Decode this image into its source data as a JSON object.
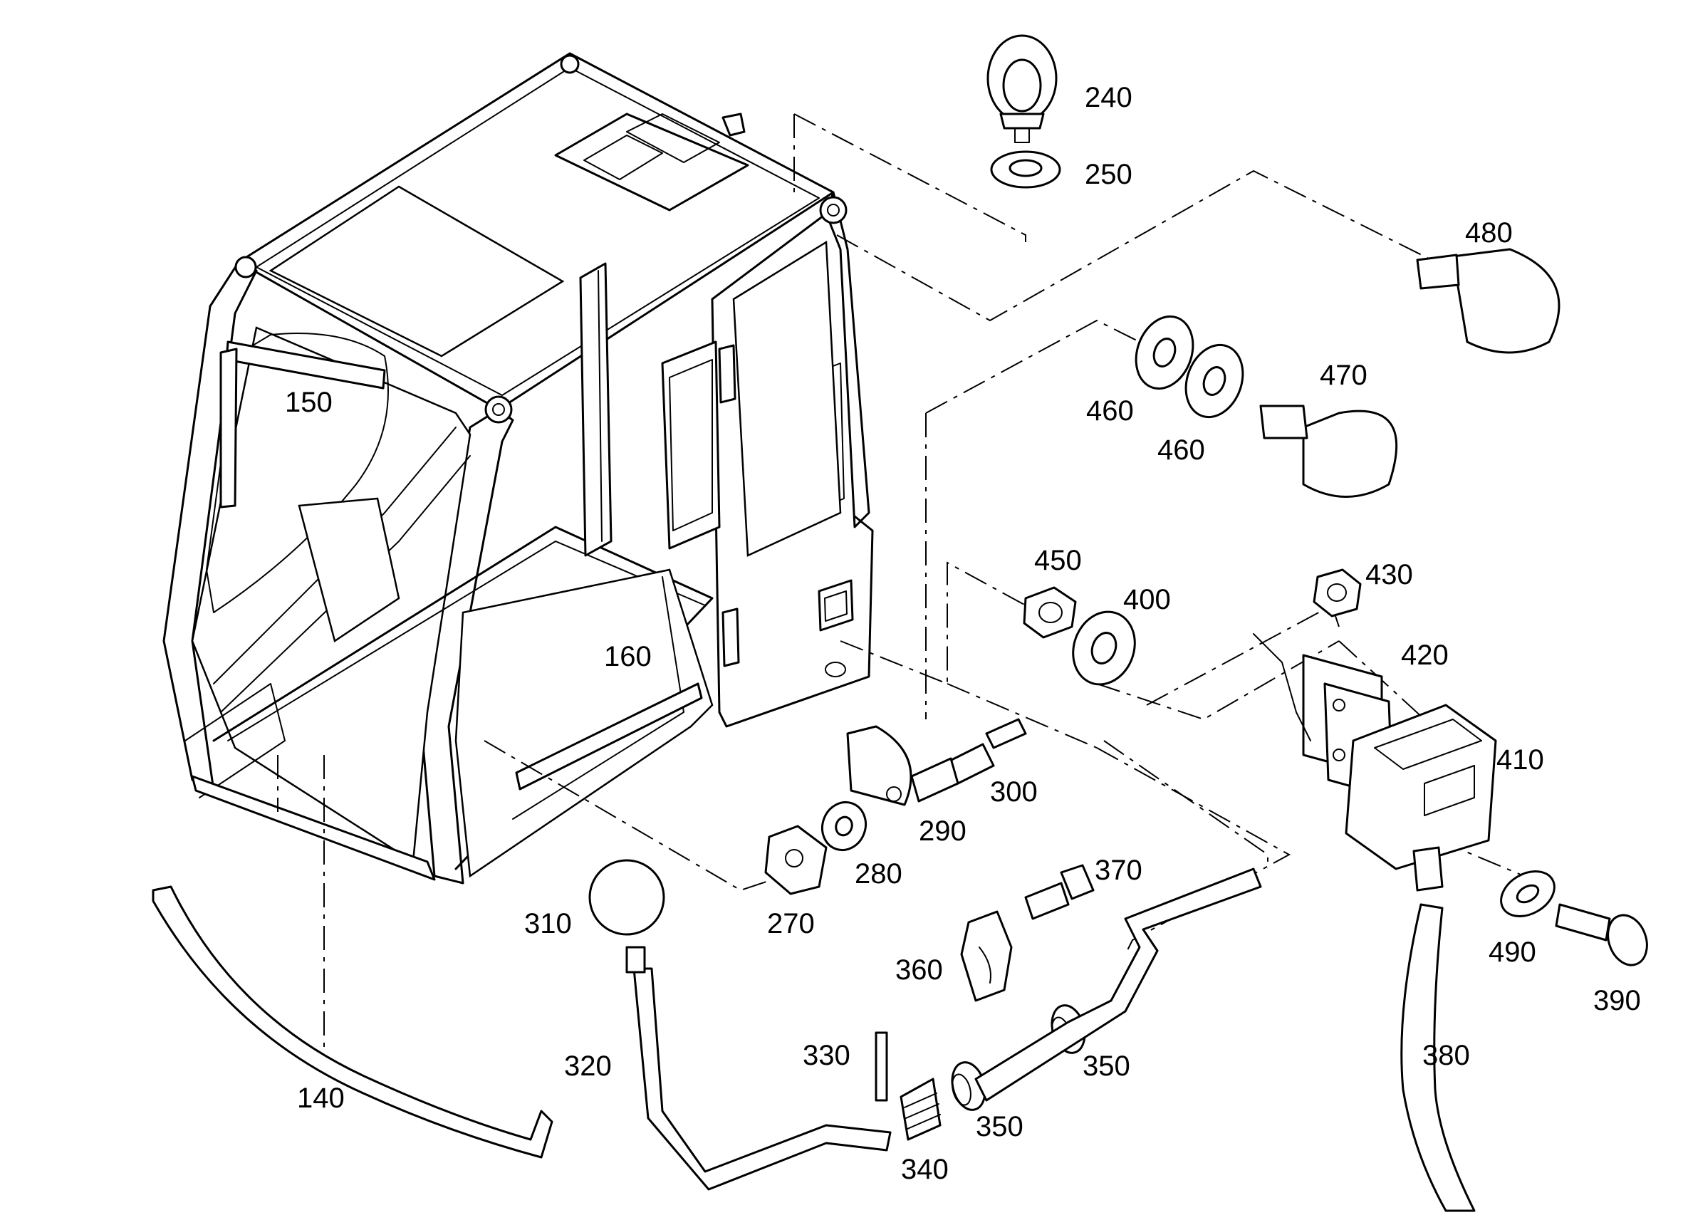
{
  "diagram": {
    "callouts": [
      {
        "id": "c140",
        "text": "140"
      },
      {
        "id": "c150",
        "text": "150"
      },
      {
        "id": "c160",
        "text": "160"
      },
      {
        "id": "c240",
        "text": "240"
      },
      {
        "id": "c250",
        "text": "250"
      },
      {
        "id": "c270",
        "text": "270"
      },
      {
        "id": "c280",
        "text": "280"
      },
      {
        "id": "c290",
        "text": "290"
      },
      {
        "id": "c300",
        "text": "300"
      },
      {
        "id": "c310",
        "text": "310"
      },
      {
        "id": "c320",
        "text": "320"
      },
      {
        "id": "c330",
        "text": "330"
      },
      {
        "id": "c340",
        "text": "340"
      },
      {
        "id": "c350a",
        "text": "350"
      },
      {
        "id": "c350b",
        "text": "350"
      },
      {
        "id": "c360",
        "text": "360"
      },
      {
        "id": "c370",
        "text": "370"
      },
      {
        "id": "c380",
        "text": "380"
      },
      {
        "id": "c390",
        "text": "390"
      },
      {
        "id": "c400",
        "text": "400"
      },
      {
        "id": "c410",
        "text": "410"
      },
      {
        "id": "c420",
        "text": "420"
      },
      {
        "id": "c430",
        "text": "430"
      },
      {
        "id": "c450",
        "text": "450"
      },
      {
        "id": "c460a",
        "text": "460"
      },
      {
        "id": "c460b",
        "text": "460"
      },
      {
        "id": "c470",
        "text": "470"
      },
      {
        "id": "c480",
        "text": "480"
      },
      {
        "id": "c490",
        "text": "490"
      }
    ]
  }
}
